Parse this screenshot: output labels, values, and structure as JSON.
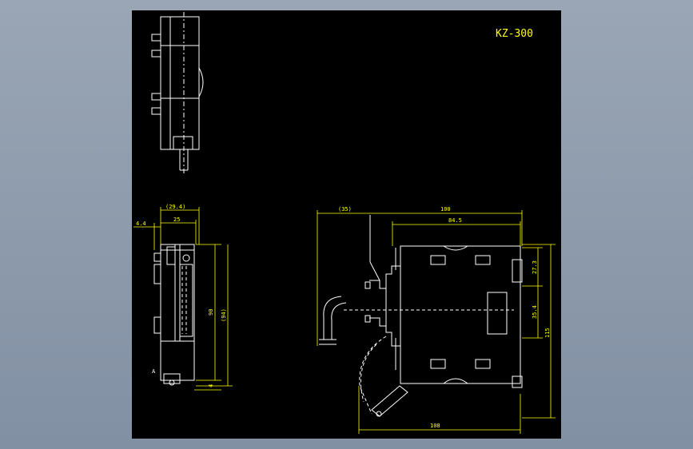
{
  "drawing": {
    "title": "KZ-300",
    "side_view_dims": {
      "overall_width": "(29.4)",
      "body_width": "25",
      "offset": "4.4",
      "height": "90",
      "overall_height": "(94)",
      "bottom": "4"
    },
    "front_view_dims": {
      "left_offset": "(35)",
      "total_width": "100",
      "body_width": "84.5",
      "top_gap": "27.3",
      "center_height": "35.4",
      "total_height": "115",
      "bottom_width": "108"
    },
    "colors": {
      "background": "#000000",
      "geometry": "#ffffff",
      "dimensions": "#ffff00"
    }
  }
}
